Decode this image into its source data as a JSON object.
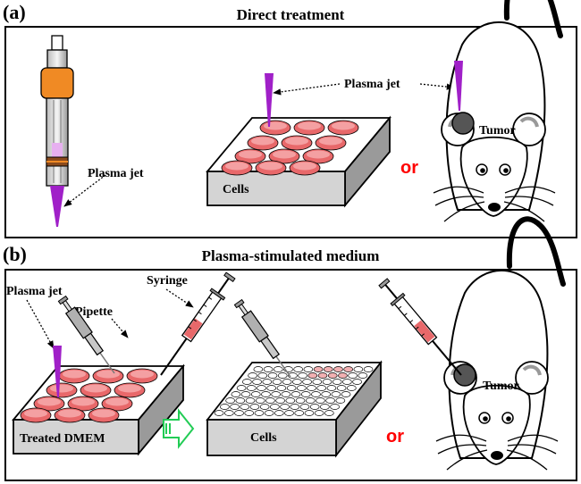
{
  "panel_a": {
    "letter": "(a)",
    "title": "Direct treatment",
    "labels": {
      "plasma_jet_device": "Plasma jet",
      "plasma_jet_plate": "Plasma jet",
      "cells": "Cells",
      "or": "or",
      "tumor": "Tumor"
    }
  },
  "panel_b": {
    "letter": "(b)",
    "title": "Plasma-stimulated medium",
    "labels": {
      "plasma_jet": "Plasma jet",
      "pipette": "Pipette",
      "syringe": "Syringe",
      "treated_dmem": "Treated DMEM",
      "cells": "Cells",
      "or": "or",
      "tumor": "Tumor"
    }
  },
  "colors": {
    "plasma": "#a020c8",
    "medium": "#e8686a",
    "or_text": "#ff0000",
    "arrow": "#22cc55",
    "plate_face": "#d4d4d4",
    "collar": "#f08a24",
    "tumor": "#555555"
  }
}
